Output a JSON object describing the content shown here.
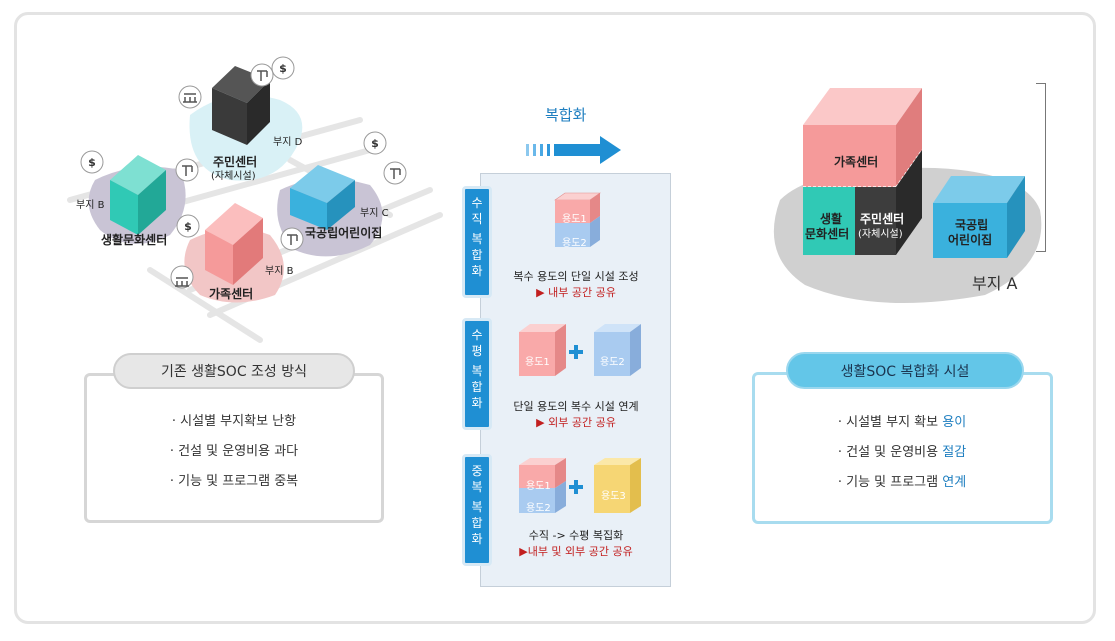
{
  "left": {
    "labels": {
      "resident_center": "주민센터",
      "resident_center_sub": "(자체시설)",
      "site_d": "부지 D",
      "site_b_top": "부지 B",
      "culture_center": "생활문화센터",
      "site_c": "부지 C",
      "daycare": "국공립어린이집",
      "site_b_bottom": "부지 B",
      "family_center": "가족센터",
      "dollar": "$"
    },
    "pill": "기존 생활SOC 조성 방식",
    "items": [
      "· 시설별 부지확보 난항",
      "· 건설 및 운영비용 과다",
      "· 기능 및 프로그램 중복"
    ]
  },
  "middle": {
    "caption": "복합화",
    "vertical": {
      "tab": [
        "수",
        "직",
        "복",
        "합",
        "화"
      ],
      "use1": "용도1",
      "use2": "용도2",
      "desc": "복수 용도의 단일 시설 조성",
      "share": "▶ 내부 공간 공유"
    },
    "horizontal": {
      "tab": [
        "수",
        "평",
        "복",
        "합",
        "화"
      ],
      "use1": "용도1",
      "use2": "용도2",
      "desc": "단일 용도의 복수 시설 연계",
      "share": "▶ 외부 공간 공유"
    },
    "mixed": {
      "tab": [
        "중",
        "복",
        "복",
        "합",
        "화"
      ],
      "use1": "용도1",
      "use2": "용도2",
      "use3": "용도3",
      "desc": "수직 -> 수평 복집화",
      "share": "▶내부 및 외부 공간 공유"
    }
  },
  "right": {
    "family_center": "가족센터",
    "culture_center_1": "생활",
    "culture_center_2": "문화센터",
    "resident_center": "주민센터",
    "resident_center_sub": "(자체시설)",
    "daycare_1": "국공립",
    "daycare_2": "어린이집",
    "site_a": "부지 A",
    "pill": "생활SOC 복합화 시설",
    "items": [
      {
        "text": "· 시설별 부지 확보 ",
        "hl": "용이"
      },
      {
        "text": "· 건설 및 운영비용 ",
        "hl": "절감"
      },
      {
        "text": "· 기능 및 프로그램 ",
        "hl": "연계"
      }
    ]
  },
  "colors": {
    "teal": "#30c9b5",
    "charcoal": "#3d3d3d",
    "blue": "#3ab1dd",
    "pink": "#f59a9a",
    "accent": "#1f8fd3",
    "red": "#c21f1f"
  }
}
